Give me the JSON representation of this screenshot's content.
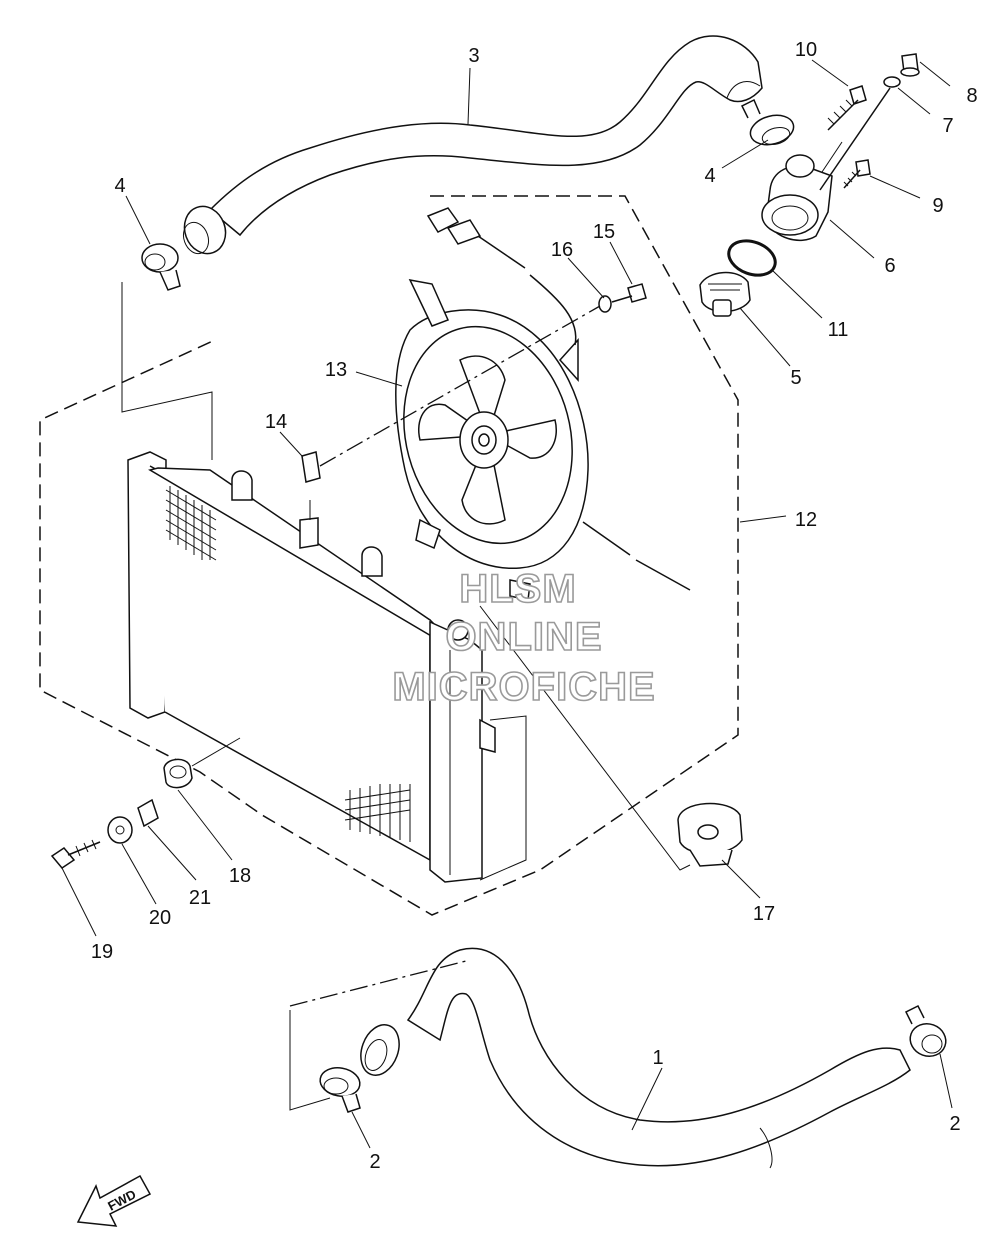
{
  "callouts": [
    {
      "id": "1",
      "text": "1"
    },
    {
      "id": "2a",
      "text": "2"
    },
    {
      "id": "2b",
      "text": "2"
    },
    {
      "id": "3",
      "text": "3"
    },
    {
      "id": "4a",
      "text": "4"
    },
    {
      "id": "4b",
      "text": "4"
    },
    {
      "id": "5",
      "text": "5"
    },
    {
      "id": "6",
      "text": "6"
    },
    {
      "id": "7",
      "text": "7"
    },
    {
      "id": "8",
      "text": "8"
    },
    {
      "id": "9",
      "text": "9"
    },
    {
      "id": "10",
      "text": "10"
    },
    {
      "id": "11",
      "text": "11"
    },
    {
      "id": "12",
      "text": "12"
    },
    {
      "id": "13",
      "text": "13"
    },
    {
      "id": "14",
      "text": "14"
    },
    {
      "id": "15",
      "text": "15"
    },
    {
      "id": "16",
      "text": "16"
    },
    {
      "id": "17",
      "text": "17"
    },
    {
      "id": "18",
      "text": "18"
    },
    {
      "id": "19",
      "text": "19"
    },
    {
      "id": "20",
      "text": "20"
    },
    {
      "id": "21",
      "text": "21"
    }
  ],
  "watermark": {
    "line1": "HLSM",
    "line2": "ONLINE",
    "line3": "MICROFICHE"
  },
  "fwd_label": "FWD"
}
